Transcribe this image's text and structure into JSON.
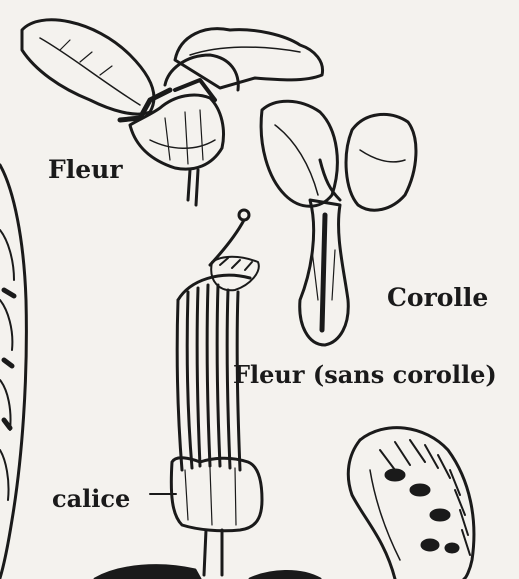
{
  "labels": {
    "fleur": "Fleur",
    "corolle": "Corolle",
    "fleur_sans_corolle": "Fleur (sans corolle)",
    "calice": "calice"
  },
  "colors": {
    "ink": "#1a1a1a",
    "paper": "#f4f2ee"
  }
}
